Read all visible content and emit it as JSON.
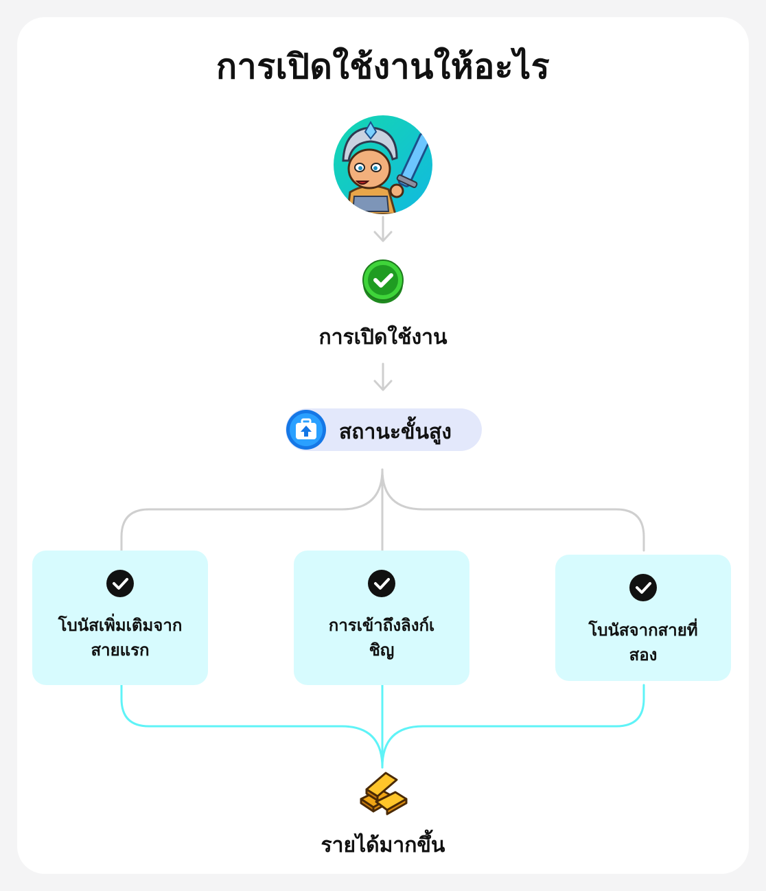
{
  "title": "การเปิดใช้งานให้อะไร",
  "activation_label": "การเปิดใช้งาน",
  "status": {
    "label": "สถานะขั้นสูง"
  },
  "benefits": [
    {
      "label": "โบนัสเพิ่มเติมจาก\nสายแรก"
    },
    {
      "label": "การเข้าถึงลิงก์เ\nชิญ"
    },
    {
      "label": "โบนัสจากสายที่\nสอง"
    }
  ],
  "result_label": "รายได้มากขึ้น",
  "icons": {
    "avatar": "knight-avatar-icon",
    "activation": "green-check-icon",
    "status": "upgrade-briefcase-icon",
    "benefit": "check-circle-icon",
    "result": "gold-bars-icon"
  },
  "colors": {
    "card": "#ffffff",
    "page": "#f4f4f5",
    "pill": "#e3e8fb",
    "benefit_box": "#d7fbfe",
    "top_connector": "#cfcfcf",
    "bottom_connector": "#5ff3f7"
  }
}
